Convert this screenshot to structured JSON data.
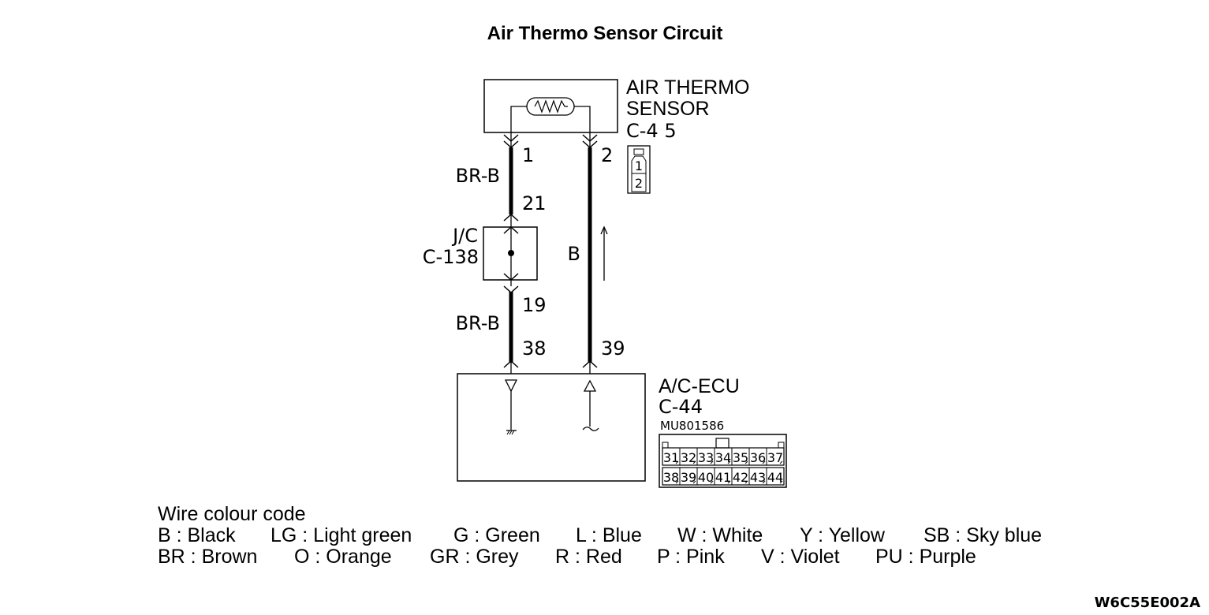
{
  "title": "Air Thermo Sensor Circuit",
  "components": {
    "sensor": {
      "name_line1": "AIR THERMO",
      "name_line2": "SENSOR",
      "connector": "C-4 5",
      "connector_pins": [
        "1",
        "2"
      ],
      "symbol": "thermistor-icon"
    },
    "junction": {
      "name": "J/C",
      "connector": "C-138",
      "symbol": "junction-dot-icon"
    },
    "ecu": {
      "name": "A/C-ECU",
      "connector": "C-44",
      "part_number": "MU801586",
      "connector_pins_top": [
        "31",
        "32",
        "33",
        "34",
        "35",
        "36",
        "37"
      ],
      "connector_pins_bottom": [
        "38",
        "39",
        "40",
        "41",
        "42",
        "43",
        "44"
      ],
      "symbols": [
        "ground-icon",
        "signal-input-icon"
      ]
    }
  },
  "wires": {
    "left": {
      "upper_color": "BR-B",
      "lower_color": "BR-B",
      "pins": {
        "sensor": "1",
        "jc_in": "21",
        "jc_out": "19",
        "ecu": "38"
      }
    },
    "right": {
      "color": "B",
      "pins": {
        "sensor": "2",
        "ecu": "39"
      },
      "signal_direction": "up"
    }
  },
  "legend": {
    "heading": "Wire colour code",
    "row1": [
      "B : Black",
      "LG : Light green",
      "G : Green",
      "L : Blue",
      "W : White",
      "Y : Yellow",
      "SB : Sky blue"
    ],
    "row2": [
      "BR : Brown",
      "O : Orange",
      "GR : Grey",
      "R : Red",
      "P : Pink",
      "V : Violet",
      "PU : Purple"
    ]
  },
  "figure_code": "W6C55E002A"
}
